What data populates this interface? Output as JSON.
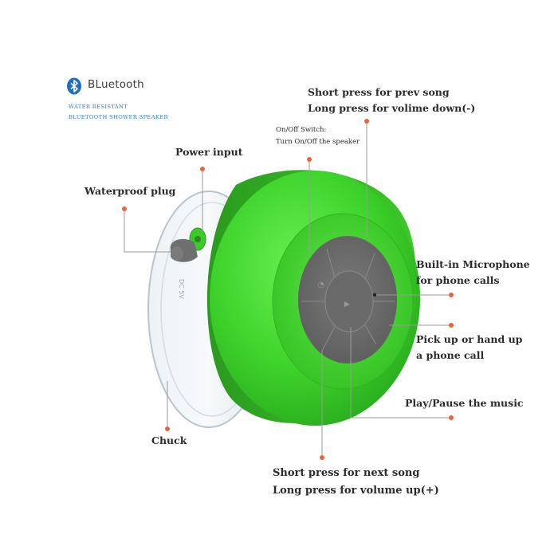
{
  "brand": {
    "name": "BLuetooth",
    "subtitle_1": "WATER RESISTANT",
    "subtitle_2": "BLUETOOTH SHOWER SPEAKER",
    "icon": "bluetooth-icon",
    "icon_color": "#1e6fc0"
  },
  "port_text": "DC 5V",
  "labels": {
    "prev_line1": "Short press for prev song",
    "prev_line2": "Long press for volime down(-)",
    "onoff_line1": "On/Off Switch:",
    "onoff_line2": "Turn On/Off the speaker",
    "power_input": "Power input",
    "waterproof_plug": "Waterproof plug",
    "microphone_line1": "Built-in Microphone",
    "microphone_line2": "for phone calls",
    "pickup_line1": "Pick up or hand up",
    "pickup_line2": "a phone call",
    "play_pause": "Play/Pause the music",
    "chuck": "Chuck",
    "next_line1": "Short press for next song",
    "next_line2": "Long press for volume up(+)"
  },
  "colors": {
    "speaker_green": "#3fd42c",
    "button_gray": "#6b6b6b",
    "callout_dot": "#e8643c",
    "callout_line": "#9a9a9a"
  }
}
